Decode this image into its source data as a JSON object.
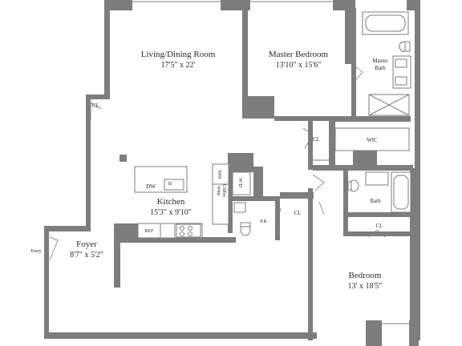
{
  "rooms": {
    "living": {
      "name": "Living/Dining Room",
      "dims": "17'5\" x 22'"
    },
    "master": {
      "name": "Master Bedroom",
      "dims": "13'10\" x 15'6\""
    },
    "master_bath": {
      "line1": "Master",
      "line2": "Bath"
    },
    "kitchen": {
      "name": "Kitchen",
      "dims": "15'3\" x 9'10\""
    },
    "foyer": {
      "name": "Foyer",
      "dims": "8'7\" x 5'2\""
    },
    "bedroom": {
      "name": "Bedroom",
      "dims": "13' x 18'5\""
    },
    "bath": {
      "name": "Bath"
    }
  },
  "labels": {
    "cl_foyer": "CL",
    "cl_master": "CL",
    "cl_hall": "CL",
    "cl_bedroom": "CL",
    "wic": "WIC",
    "dw": "DW",
    "mw": "MW",
    "coffee_line1": "Coffee",
    "coffee_line2": "Wine",
    "wd": "W/D",
    "pr": "P.R.",
    "ref": "REF",
    "entry": "Entry"
  }
}
